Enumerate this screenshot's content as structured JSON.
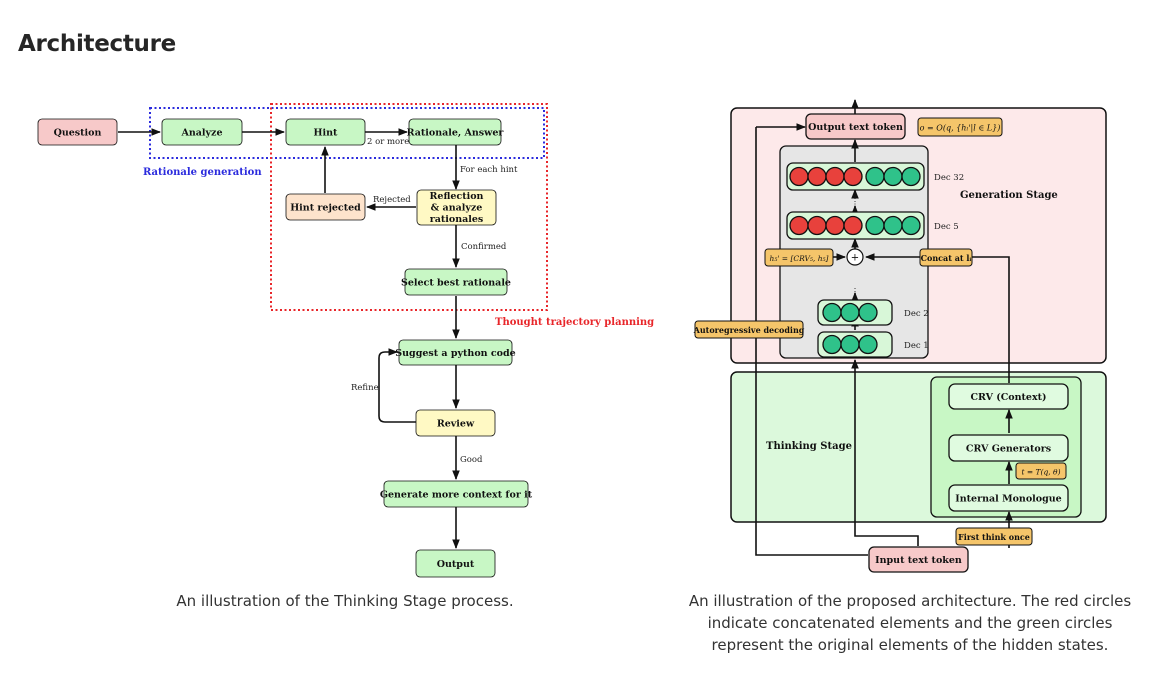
{
  "page": {
    "title": "Architecture",
    "left_caption": "An illustration of the Thinking Stage process.",
    "right_caption": [
      "An illustration of the proposed architecture. The red circles",
      "indicate concatenated elements and the green circles",
      "represent the original elements of the hidden states."
    ]
  },
  "left_diagram": {
    "question": "Question",
    "analyze": "Analyze",
    "hint": "Hint",
    "rationale_answer": "Rationale, Answer",
    "two_or_more": "2 or more",
    "for_each_hint": "For each hint",
    "reflection": [
      "Reflection",
      "& analyze",
      "rationales"
    ],
    "rejected": "Rejected",
    "hint_rejected": "Hint rejected",
    "confirmed": "Confirmed",
    "select_best": "Select best rationale",
    "rationale_generation": "Rationale generation",
    "thought_trajectory": "Thought trajectory planning",
    "suggest_python": "Suggest a python code",
    "refine": "Refine",
    "review": "Review",
    "good": "Good",
    "generate_context": "Generate more context for it",
    "output": "Output"
  },
  "right_diagram": {
    "output_text_token": "Output text token",
    "output_formula": "o = O(q, {hₗ'|l ∈ L})",
    "generation_stage": "Generation Stage",
    "dec32": "Dec 32",
    "dec5": "Dec 5",
    "dec2": "Dec 2",
    "dec1": "Dec 1",
    "h5_formula": "h₅' = [CRV₅, h₅]",
    "concat": "Concat at lᵢ",
    "autoregressive": "Autoregressive decoding",
    "thinking_stage": "Thinking Stage",
    "crv_context": "CRV (Context)",
    "crv_generators": "CRV Generators",
    "t_formula": "t = T(q, θ)",
    "internal_monologue": "Internal Monologue",
    "first_think": "First think once",
    "input_text_token": "Input text token"
  },
  "colors": {
    "red_circle": "#e8413c",
    "green_circle": "#2fc28a",
    "green_box": "#c8f7c5",
    "pink_box": "#f7c9c9",
    "yellow_box": "#fff9c4",
    "peach_box": "#fde3cc",
    "orange_label": "#f5c56a",
    "blue_dotted": "#2b2bdd",
    "red_dotted": "#e8262a"
  }
}
